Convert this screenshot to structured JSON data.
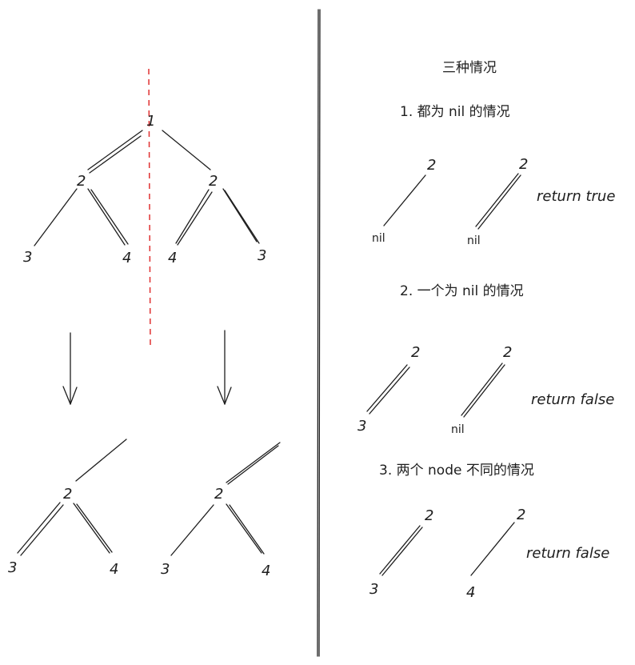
{
  "tree": {
    "root": "1",
    "left": "2",
    "right": "2",
    "ll": "3",
    "lr": "4",
    "rl": "4",
    "rr": "3"
  },
  "bottom": {
    "left": {
      "root": "2",
      "l": "3",
      "r": "4"
    },
    "right": {
      "root": "2",
      "l": "3",
      "r": "4"
    }
  },
  "panel": {
    "title": "三种情况",
    "case1": {
      "heading": "1. 都为 nil 的情况",
      "a_top": "2",
      "a_bottom": "nil",
      "b_top": "2",
      "b_bottom": "nil",
      "result": "return true"
    },
    "case2": {
      "heading": "2. 一个为 nil 的情况",
      "a_top": "2",
      "a_bottom": "3",
      "b_top": "2",
      "b_bottom": "nil",
      "result": "return false"
    },
    "case3": {
      "heading": "3. 两个 node 不同的情况",
      "a_top": "2",
      "a_bottom": "3",
      "b_top": "2",
      "b_bottom": "4",
      "result": "return false"
    }
  },
  "colors": {
    "ink": "#1e1e1e",
    "mirror_line": "#e03131"
  }
}
